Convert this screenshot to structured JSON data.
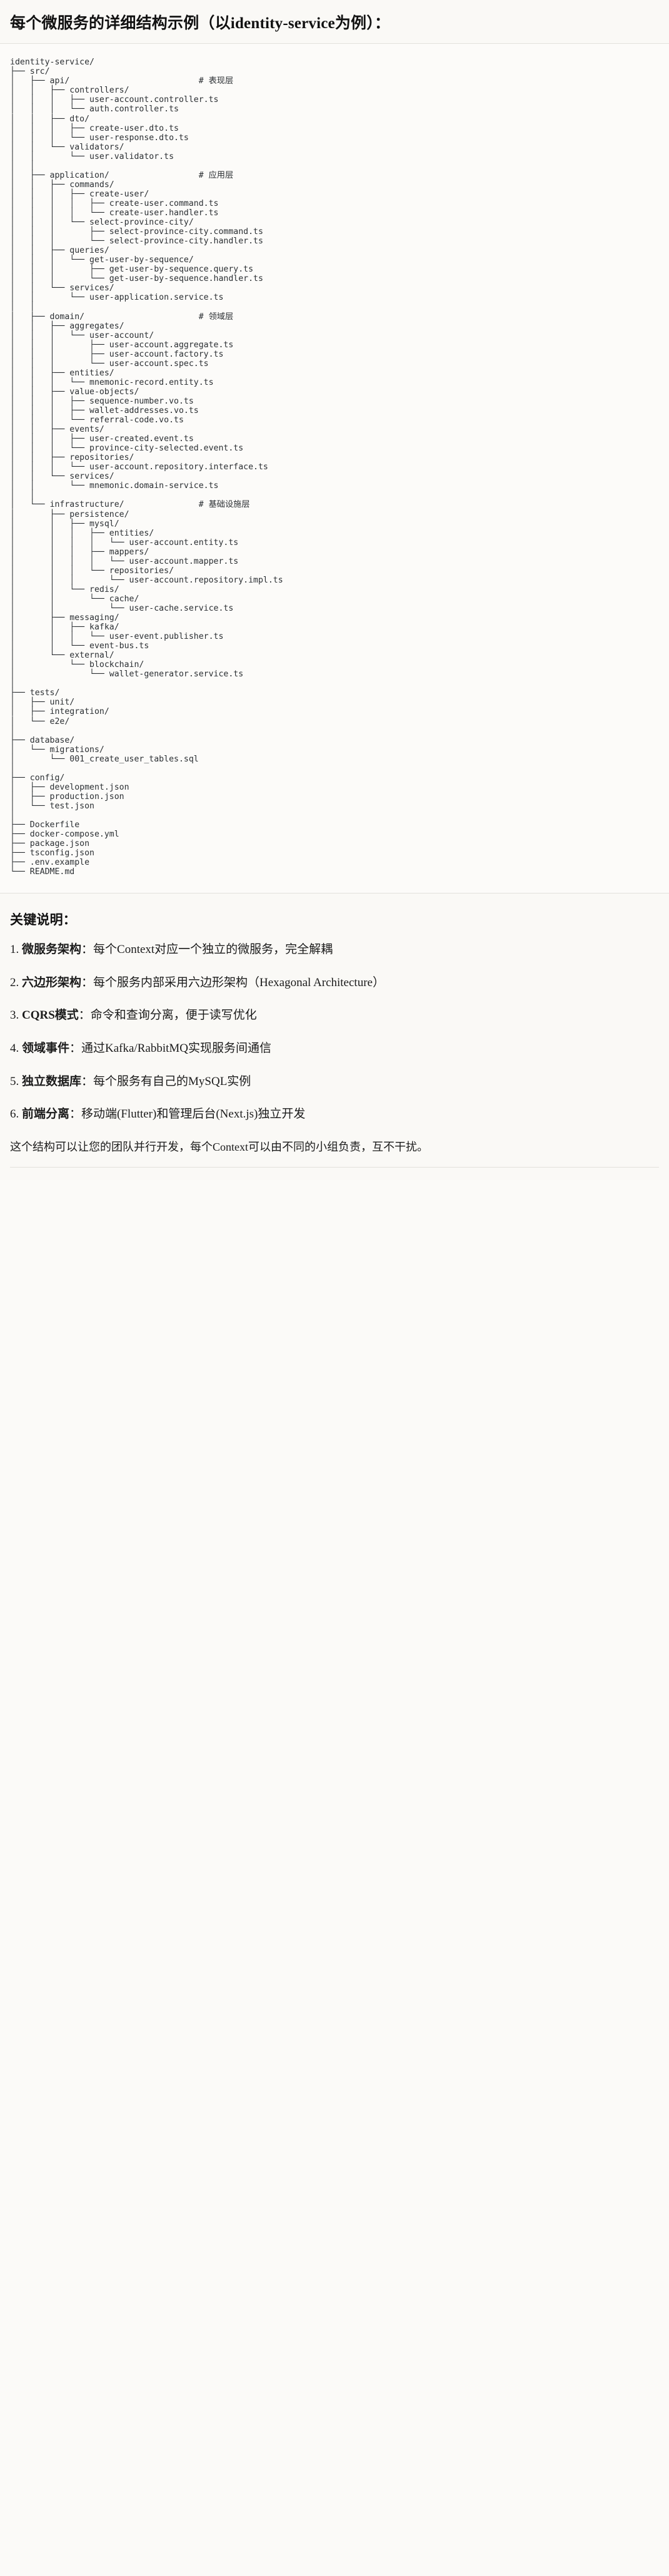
{
  "header": {
    "title": "每个微服务的详细结构示例（以identity-service为例）："
  },
  "tree": {
    "root": "identity-service/",
    "text": "identity-service/\n├── src/\n│   ├── api/                          # 表现层\n│   │   ├── controllers/\n│   │   │   ├── user-account.controller.ts\n│   │   │   └── auth.controller.ts\n│   │   ├── dto/\n│   │   │   ├── create-user.dto.ts\n│   │   │   └── user-response.dto.ts\n│   │   └── validators/\n│   │       └── user.validator.ts\n│   │\n│   ├── application/                  # 应用层\n│   │   ├── commands/\n│   │   │   ├── create-user/\n│   │   │   │   ├── create-user.command.ts\n│   │   │   │   └── create-user.handler.ts\n│   │   │   └── select-province-city/\n│   │   │       ├── select-province-city.command.ts\n│   │   │       └── select-province-city.handler.ts\n│   │   ├── queries/\n│   │   │   └── get-user-by-sequence/\n│   │   │       ├── get-user-by-sequence.query.ts\n│   │   │       └── get-user-by-sequence.handler.ts\n│   │   └── services/\n│   │       └── user-application.service.ts\n│   │\n│   ├── domain/                       # 领域层\n│   │   ├── aggregates/\n│   │   │   └── user-account/\n│   │   │       ├── user-account.aggregate.ts\n│   │   │       ├── user-account.factory.ts\n│   │   │       └── user-account.spec.ts\n│   │   ├── entities/\n│   │   │   └── mnemonic-record.entity.ts\n│   │   ├── value-objects/\n│   │   │   ├── sequence-number.vo.ts\n│   │   │   ├── wallet-addresses.vo.ts\n│   │   │   └── referral-code.vo.ts\n│   │   ├── events/\n│   │   │   ├── user-created.event.ts\n│   │   │   └── province-city-selected.event.ts\n│   │   ├── repositories/\n│   │   │   └── user-account.repository.interface.ts\n│   │   └── services/\n│   │       └── mnemonic.domain-service.ts\n│   │\n│   └── infrastructure/               # 基础设施层\n│       ├── persistence/\n│       │   ├── mysql/\n│       │   │   ├── entities/\n│       │   │   │   └── user-account.entity.ts\n│       │   │   ├── mappers/\n│       │   │   │   └── user-account.mapper.ts\n│       │   │   └── repositories/\n│       │   │       └── user-account.repository.impl.ts\n│       │   └── redis/\n│       │       └── cache/\n│       │           └── user-cache.service.ts\n│       ├── messaging/\n│       │   ├── kafka/\n│       │   │   └── user-event.publisher.ts\n│       │   └── event-bus.ts\n│       └── external/\n│           └── blockchain/\n│               └── wallet-generator.service.ts\n│\n├── tests/\n│   ├── unit/\n│   ├── integration/\n│   └── e2e/\n│\n├── database/\n│   └── migrations/\n│       └── 001_create_user_tables.sql\n│\n├── config/\n│   ├── development.json\n│   ├── production.json\n│   └── test.json\n│\n├── Dockerfile\n├── docker-compose.yml\n├── package.json\n├── tsconfig.json\n├── .env.example\n└── README.md",
    "layer_comments": [
      "# 表现层",
      "# 应用层",
      "# 领域层",
      "# 基础设施层"
    ]
  },
  "notes": {
    "title": "关键说明：",
    "items": [
      {
        "term": "微服务架构",
        "desc": "：每个Context对应一个独立的微服务，完全解耦"
      },
      {
        "term": "六边形架构",
        "desc": "：每个服务内部采用六边形架构（Hexagonal Architecture）"
      },
      {
        "term": "CQRS模式",
        "desc": "：命令和查询分离，便于读写优化"
      },
      {
        "term": "领域事件",
        "desc": "：通过Kafka/RabbitMQ实现服务间通信"
      },
      {
        "term": "独立数据库",
        "desc": "：每个服务有自己的MySQL实例"
      },
      {
        "term": "前端分离",
        "desc": "：移动端(Flutter)和管理后台(Next.js)独立开发"
      }
    ],
    "closing": "这个结构可以让您的团队并行开发，每个Context可以由不同的小组负责，互不干扰。"
  },
  "colors": {
    "page_bg": "#fbfaf8",
    "code_bg": "#fcfbf9",
    "text": "#1b1b1b",
    "code_text": "#2b2f33",
    "rule": "#e3e1dc"
  }
}
